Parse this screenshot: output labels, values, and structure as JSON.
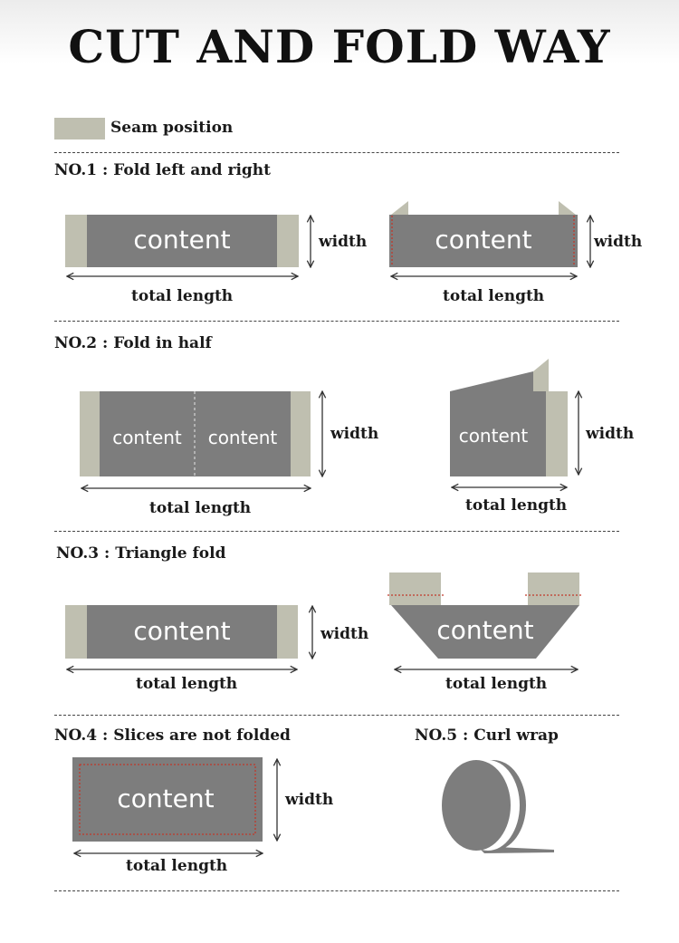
{
  "title": "CUT AND FOLD WAY",
  "legend": {
    "label": "Seam position"
  },
  "colors": {
    "seam": "#bfbfb0",
    "content": "#7d7d7d",
    "line": "#333333",
    "stitch": "#c0392b"
  },
  "sections": [
    {
      "title": "NO.1 : Fold left and right"
    },
    {
      "title": "NO.2 : Fold in half"
    },
    {
      "title": "NO.3 : Triangle fold"
    },
    {
      "title": "NO.4 : Slices are not folded"
    },
    {
      "title": "NO.5 : Curl wrap"
    }
  ],
  "labels": {
    "content": "content",
    "width": "width",
    "total_length": "total length"
  }
}
